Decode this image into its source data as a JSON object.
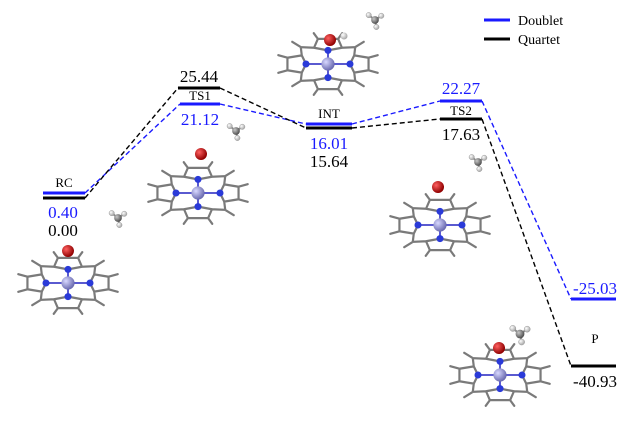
{
  "colors": {
    "doublet": "#1a1aff",
    "quartet": "#000000",
    "metal": "#9a9ad6",
    "oxygen": "#b00000",
    "nitrogen": "#2a3ad8",
    "carbon": "#8a8a8a",
    "hydrogen": "#d8d8d8"
  },
  "legend": [
    {
      "name": "Doublet",
      "color": "#1a1aff"
    },
    {
      "name": "Quartet",
      "color": "#000000"
    }
  ],
  "states": [
    {
      "id": "rc",
      "label": "RC",
      "doublet": "0.40",
      "quartet": "0.00"
    },
    {
      "id": "ts1",
      "label": "TS1",
      "doublet": "21.12",
      "quartet": "25.44"
    },
    {
      "id": "int",
      "label": "INT",
      "doublet": "16.01",
      "quartet": "15.64"
    },
    {
      "id": "ts2",
      "label": "TS2",
      "doublet": "22.27",
      "quartet": "17.63"
    },
    {
      "id": "p",
      "label": "P",
      "doublet": "-25.03",
      "quartet": "-40.93"
    }
  ],
  "molecule_icons": [
    "porphyrin-complex-icon",
    "methane-fragment-icon"
  ]
}
